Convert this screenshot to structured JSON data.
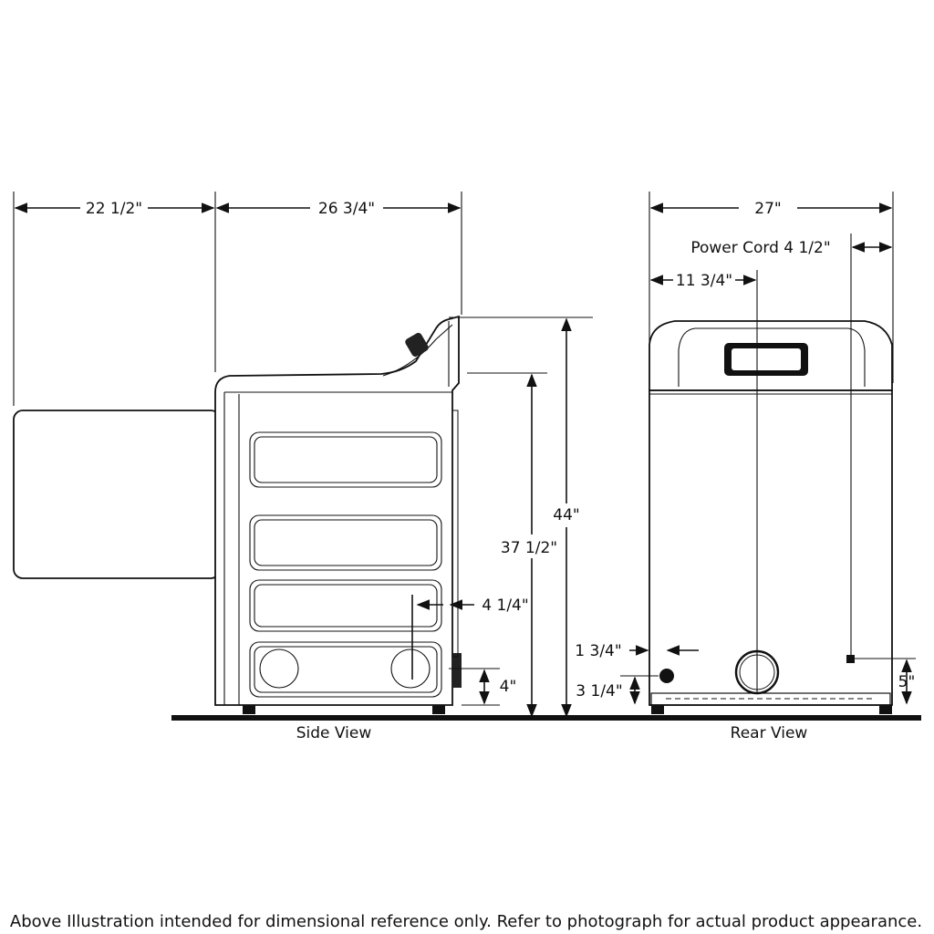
{
  "dimensions": {
    "door_depth": "22 1/2\"",
    "cabinet_depth": "26 3/4\"",
    "overall_height": "44\"",
    "top_height": "37 1/2\"",
    "vent_offset_side": "4 1/4\"",
    "vent_height": "4\"",
    "width": "27\"",
    "power_cord": "Power Cord 4 1/2\"",
    "vent_from_left": "11 3/4\"",
    "gas_from_left": "1 3/4\"",
    "gas_height": "3 1/4\"",
    "cord_height": "5\""
  },
  "captions": {
    "side_view": "Side View",
    "rear_view": "Rear View"
  },
  "footnote": "Above Illustration intended for dimensional reference only. Refer to photograph for actual product appearance."
}
